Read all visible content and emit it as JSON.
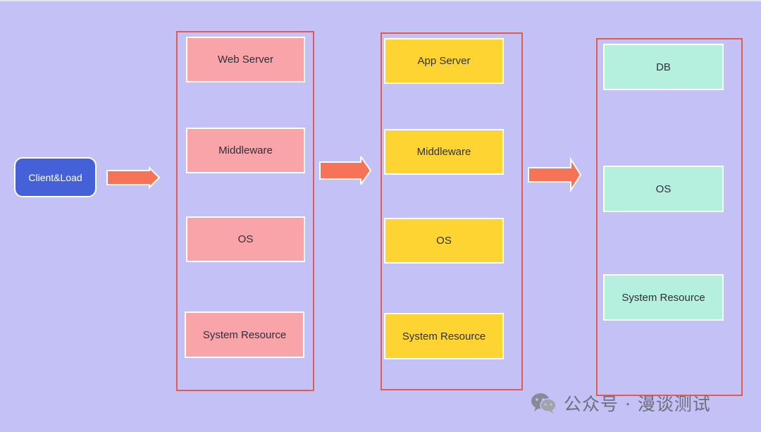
{
  "client": {
    "label": "Client&Load"
  },
  "web_tier": {
    "items": [
      "Web Server",
      "Middleware",
      "OS",
      "System Resource"
    ],
    "color": "#f8a4a8"
  },
  "app_tier": {
    "items": [
      "App Server",
      "Middleware",
      "OS",
      "System Resource"
    ],
    "color": "#fdd432"
  },
  "db_tier": {
    "items": [
      "DB",
      "OS",
      "System Resource"
    ],
    "color": "#b4f0dd"
  },
  "colors": {
    "background": "#c3c1f6",
    "frame": "#e55a4e",
    "arrow": "#f77357",
    "client": "#4561d8"
  },
  "watermark": {
    "text": "公众号 · 漫谈测试",
    "icon": "wechat-icon"
  }
}
